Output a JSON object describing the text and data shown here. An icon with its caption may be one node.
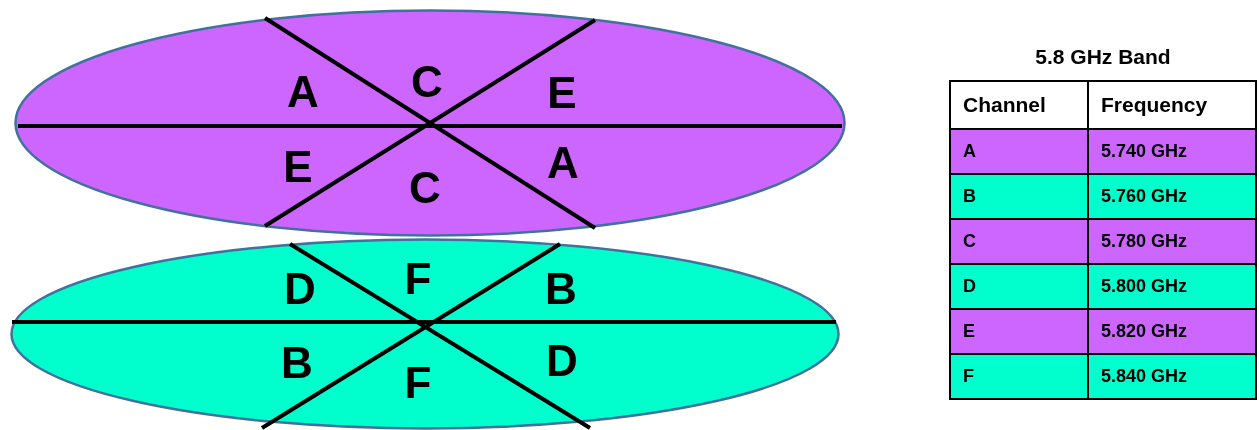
{
  "diagram": {
    "nodes": [
      {
        "text": [
          "A",
          "C",
          "E",
          "E",
          "C",
          "A"
        ]
      },
      {
        "text": [
          "D",
          "F",
          "B",
          "B",
          "F",
          "D"
        ]
      }
    ],
    "edges": [],
    "labels": [
      "5.8 GHz Band",
      "Channel",
      "Frequency",
      "A",
      "5.740 GHz",
      "B",
      "5.760 GHz",
      "C",
      "5.780 GHz",
      "D",
      "5.800 GHz",
      "E",
      "5.820 GHz",
      "F",
      "5.840 GHz"
    ]
  }
}
